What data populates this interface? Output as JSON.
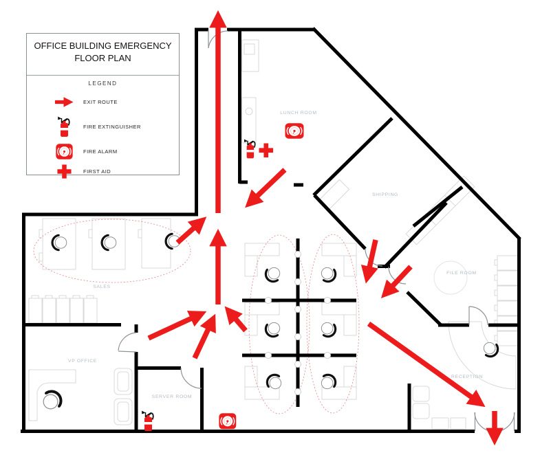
{
  "title": {
    "line1": "OFFICE BUILDING EMERGENCY",
    "line2": "FLOOR PLAN"
  },
  "legend": {
    "heading": "LEGEND",
    "items": [
      {
        "icon": "exit-route-arrow-icon",
        "label": "EXIT ROUTE"
      },
      {
        "icon": "fire-extinguisher-icon",
        "label": "FIRE EXTINGUISHER"
      },
      {
        "icon": "fire-alarm-icon",
        "label": "FIRE ALARM"
      },
      {
        "icon": "first-aid-icon",
        "label": "FIRST AID"
      }
    ]
  },
  "rooms": [
    {
      "name": "LUNCH ROOM"
    },
    {
      "name": "SHIPPING"
    },
    {
      "name": "FILE ROOM"
    },
    {
      "name": "SALES"
    },
    {
      "name": "VP OFFICE"
    },
    {
      "name": "SERVER ROOM"
    },
    {
      "name": "RECEPTION"
    }
  ],
  "equipment": {
    "fire_alarms": [
      {
        "location": "lunch room"
      },
      {
        "location": "south hallway"
      }
    ],
    "fire_extinguishers": [
      {
        "location": "hallway near lunch room"
      },
      {
        "location": "server room"
      }
    ],
    "first_aid": [
      {
        "location": "hallway near lunch room"
      }
    ],
    "exit_route_arrows": 11
  },
  "colors": {
    "exit_route_red": "#ed1c1c",
    "wall_black": "#000000",
    "room_label_gray": "#b3bcc6",
    "furniture_outline_gray": "#d7dad7",
    "zone_ellipse_pink": "#e89090",
    "legend_border_gray": "#8a8f94"
  }
}
